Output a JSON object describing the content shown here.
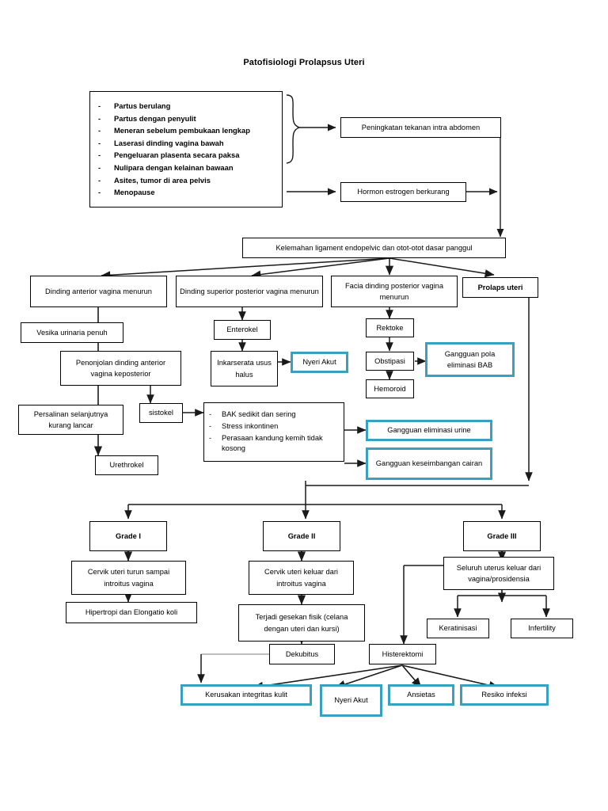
{
  "title": "Patofisiologi Prolapsus Uteri",
  "colors": {
    "teal_border": "#38a0c0",
    "box_border": "#000000",
    "background": "#ffffff",
    "text": "#000000"
  },
  "risk_factors": {
    "dash": "-",
    "items": [
      "Partus berulang",
      "Partus dengan penyulit",
      "Meneran sebelum pembukaan lengkap",
      "Laserasi dinding vagina bawah",
      "Pengeluaran plasenta secara paksa",
      "Nulipara dengan kelainan bawaan",
      "Asites, tumor di area pelvis",
      "Menopause"
    ]
  },
  "nodes": {
    "peningkatan_tekanan": "Peningkatan tekanan intra abdomen",
    "hormon_estrogen": "Hormon estrogen berkurang",
    "kelemahan_ligament": "Kelemahan ligament endopelvic dan otot-otot dasar panggul",
    "dinding_anterior": "Dinding anterior vagina menurun",
    "dinding_superior": "Dinding superior posterior  vagina menurun",
    "facia_dinding": "Facia dinding posterior vagina menurun",
    "prolaps_uteri": "Prolaps uteri",
    "vesika_urinaria": "Vesika urinaria penuh",
    "penonjolan_dinding": "Penonjolan dinding anterior  vagina keposterior",
    "persalinan_selanjutnya": "Persalinan selanjutnya kurang lancar",
    "sistokel": "sistokel",
    "urethrokel": "Urethrokel",
    "enterokel": "Enterokel",
    "inkarserata": "Inkarserata usus halus",
    "nyeri_akut_1": "Nyeri Akut",
    "rektoke": "Rektoke",
    "obstipasi": "Obstipasi",
    "hemoroid": "Hemoroid",
    "gangguan_pola_bab": "Gangguan pola eliminasi BAB",
    "gangguan_eliminasi_urine": "Gangguan eliminasi urine",
    "gangguan_keseimbangan": "Gangguan keseimbangan cairan",
    "grade_1": "Grade I",
    "grade_2": "Grade II",
    "grade_3": "Grade III",
    "cervik_turun": "Cervik uteri turun sampai introitus vagina",
    "hipertropi": "Hipertropi dan Elongatio koli",
    "cervik_keluar": "Cervik uteri keluar dari introitus vagina",
    "gesekan_fisik": "Terjadi gesekan fisik (celana dengan uteri dan kursi)",
    "dekubitus": "Dekubitus",
    "seluruh_uterus": "Seluruh uterus keluar dari vagina/prosidensia",
    "keratinisasi": "Keratinisasi",
    "infertility": "Infertility",
    "histerektomi": "Histerektomi",
    "kerusakan_integritas": "Kerusakan integritas kulit",
    "nyeri_akut_2": "Nyeri Akut",
    "ansietas": "Ansietas",
    "resiko_infeksi": "Resiko infeksi"
  },
  "bladder_symptoms": {
    "dash": "-",
    "items": [
      "BAK sedikit dan sering",
      "Stress inkontinen",
      "Perasaan kandung kemih tidak kosong"
    ]
  }
}
